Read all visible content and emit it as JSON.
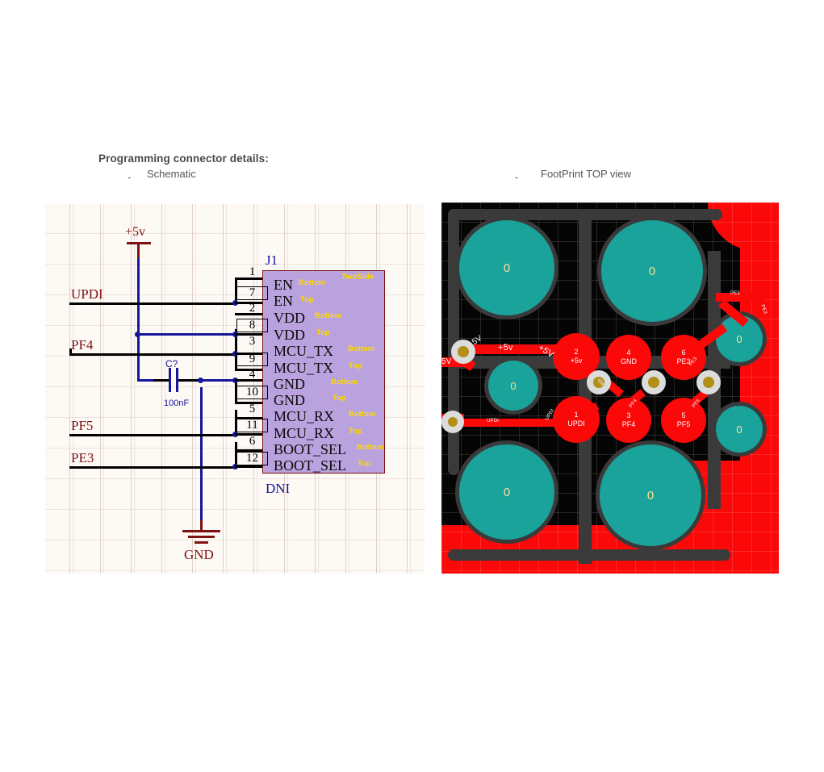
{
  "headings": {
    "main": "Programming connector details:",
    "left_dash": "-",
    "left_sub": "Schematic",
    "right_dash": "-",
    "right_sub": "FootPrint TOP view"
  },
  "schematic": {
    "reference": "J1",
    "dni": "DNI",
    "two_side": "TwoSide",
    "power_label": "+5v",
    "gnd_label": "GND",
    "capacitor": {
      "ref": "C?",
      "value": "100nF"
    },
    "net_labels": [
      "UPDI",
      "PF4",
      "PF5",
      "PE3"
    ],
    "pins": [
      {
        "num": "1",
        "name": "EN",
        "side": "Bottom"
      },
      {
        "num": "7",
        "name": "EN",
        "side": "Top"
      },
      {
        "num": "2",
        "name": "VDD",
        "side": "Bottom"
      },
      {
        "num": "8",
        "name": "VDD",
        "side": "Top"
      },
      {
        "num": "3",
        "name": "MCU_TX",
        "side": "Bottom"
      },
      {
        "num": "9",
        "name": "MCU_TX",
        "side": "Top"
      },
      {
        "num": "4",
        "name": "GND",
        "side": "Bottom"
      },
      {
        "num": "10",
        "name": "GND",
        "side": "Top"
      },
      {
        "num": "5",
        "name": "MCU_RX",
        "side": "Bottom"
      },
      {
        "num": "11",
        "name": "MCU_RX",
        "side": "Top"
      },
      {
        "num": "6",
        "name": "BOOT_SEL",
        "side": "Bottom"
      },
      {
        "num": "12",
        "name": "BOOT_SEL",
        "side": "Top"
      }
    ]
  },
  "footprint": {
    "pads": [
      {
        "num": "2",
        "label": "+5v"
      },
      {
        "num": "4",
        "label": "GND"
      },
      {
        "num": "6",
        "label": "PE3"
      },
      {
        "num": "1",
        "label": "UPDI"
      },
      {
        "num": "3",
        "label": "PF4"
      },
      {
        "num": "5",
        "label": "PF5"
      }
    ],
    "hole_label": "0",
    "trace_labels": [
      "+5v",
      "+5V",
      "5V",
      "5V",
      "UPDI",
      "UPDI",
      "GN",
      "GND",
      "PF4",
      "PF5",
      "PE3",
      "PE3"
    ],
    "colors": {
      "copper": "#fb0808",
      "hole": "#1aa39b",
      "soldermask": "#3a3a3a",
      "via": "#dcdcdc",
      "board": "#050505"
    }
  }
}
